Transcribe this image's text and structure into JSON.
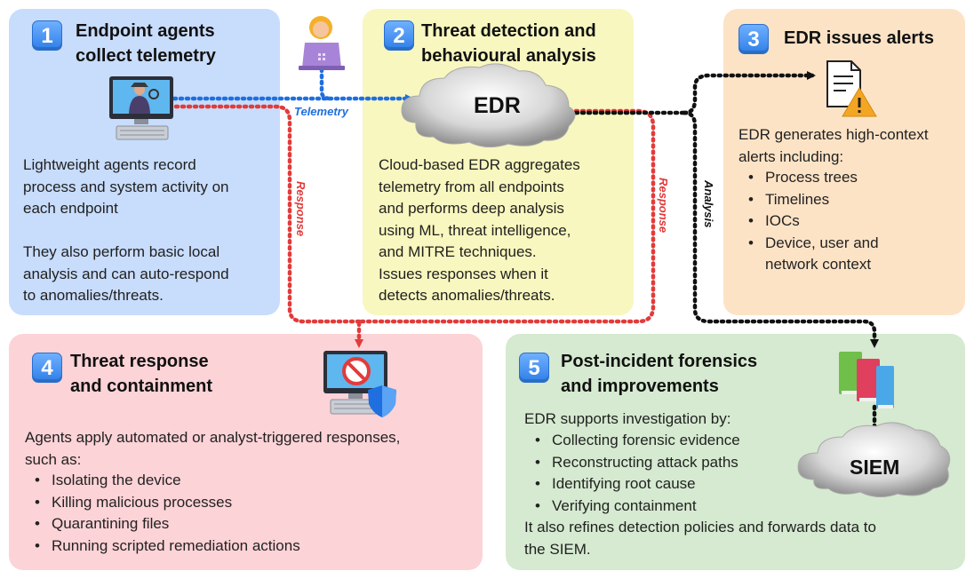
{
  "panels": {
    "p1": {
      "number": "1",
      "title": "Endpoint agents\ncollect telemetry",
      "body": "Lightweight agents record\nprocess and system activity on\neach endpoint\n\nThey also perform basic local\nanalysis and can auto-respond\nto anomalies/threats."
    },
    "p2": {
      "number": "2",
      "title": "Threat detection and\nbehavioural analysis",
      "body": "Cloud-based EDR aggregates\ntelemetry from all endpoints\nand performs deep analysis\nusing ML, threat intelligence,\nand MITRE techniques.\nIssues responses when it\ndetects anomalies/threats."
    },
    "p3": {
      "number": "3",
      "title": "EDR issues alerts",
      "intro": "EDR generates high-context\nalerts including:",
      "bullets": [
        "Process trees",
        "Timelines",
        "IOCs",
        "Device, user and\nnetwork context"
      ]
    },
    "p4": {
      "number": "4",
      "title": "Threat response\nand containment",
      "intro": "Agents apply automated or analyst-triggered responses,\nsuch as:",
      "bullets": [
        "Isolating the device",
        "Killing malicious processes",
        "Quarantining files",
        "Running scripted remediation actions"
      ]
    },
    "p5": {
      "number": "5",
      "title": "Post-incident forensics\nand improvements",
      "intro": "EDR supports investigation by:",
      "bullets": [
        "Collecting forensic evidence",
        "Reconstructing attack paths",
        "Identifying root cause",
        "Verifying containment"
      ],
      "outro": "It also refines detection policies and forwards data to\nthe SIEM."
    }
  },
  "clouds": {
    "edr": "EDR",
    "siem": "SIEM"
  },
  "edges": {
    "telemetry": "Telemetry",
    "response": "Response",
    "analysis": "Analysis"
  },
  "colors": {
    "telemetry": "#1f6fe0",
    "response": "#e23b3b",
    "analysis": "#111111",
    "badge": "#2f7fe8"
  },
  "icons": [
    "spy-computer-icon",
    "analyst-laptop-icon",
    "cloud-icon",
    "alert-document-icon",
    "blocked-shielded-computer-icon",
    "books-icon"
  ]
}
